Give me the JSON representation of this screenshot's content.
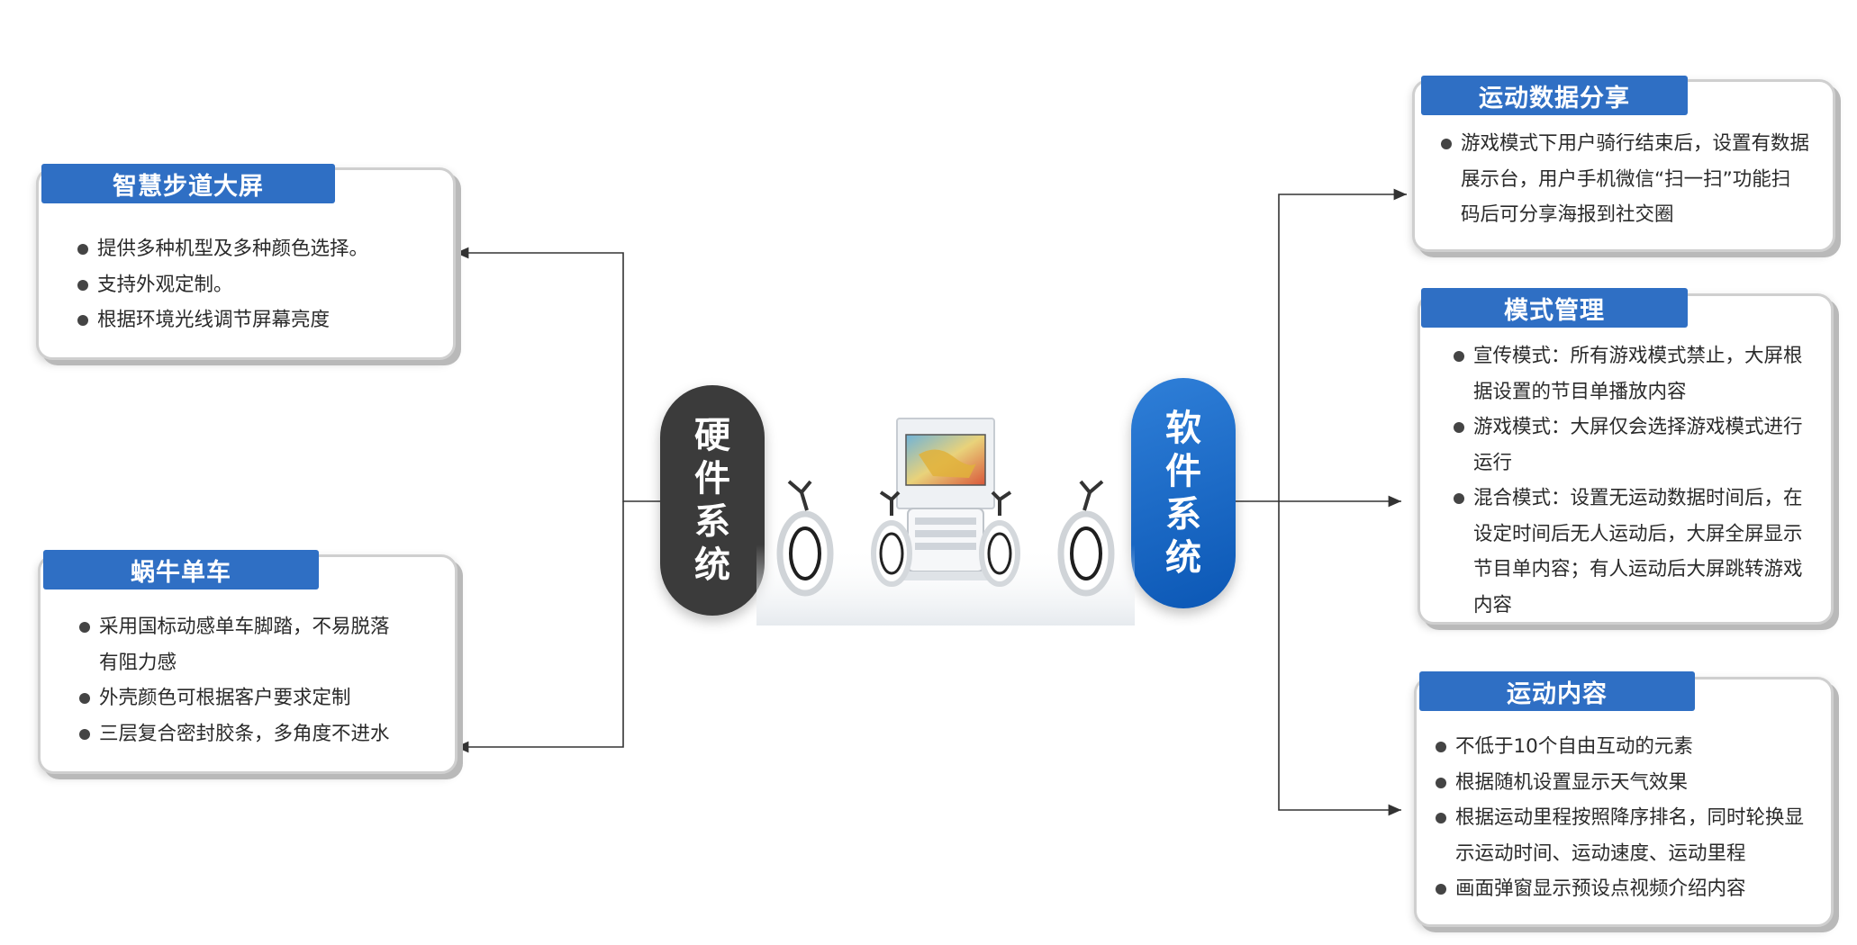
{
  "hardware_label": "硬件系统",
  "software_label": "软件系统",
  "left_boxes": [
    {
      "title": "智慧步道大屏",
      "items": [
        {
          "lines": [
            "提供多种机型及多种颜色选择。"
          ]
        },
        {
          "lines": [
            "支持外观定制。"
          ]
        },
        {
          "lines": [
            "根据环境光线调节屏幕亮度"
          ]
        }
      ]
    },
    {
      "title": "蜗牛单车",
      "items": [
        {
          "lines": [
            "采用国标动感单车脚踏，不易脱落",
            "有阻力感"
          ]
        },
        {
          "lines": [
            "外壳颜色可根据客户要求定制"
          ]
        },
        {
          "lines": [
            "三层复合密封胶条，多角度不进水"
          ]
        }
      ]
    }
  ],
  "right_boxes": [
    {
      "title": "运动数据分享",
      "items": [
        {
          "lines": [
            "游戏模式下用户骑行结束后，设置有数据",
            "展示台，用户手机微信“扫一扫”功能扫",
            "码后可分享海报到社交圈"
          ]
        }
      ]
    },
    {
      "title": "模式管理",
      "items": [
        {
          "lines": [
            "宣传模式：所有游戏模式禁止，大屏根",
            "据设置的节目单播放内容"
          ]
        },
        {
          "lines": [
            "游戏模式：大屏仅会选择游戏模式进行",
            "运行"
          ]
        },
        {
          "lines": [
            "混合模式：设置无运动数据时间后，在",
            "设定时间后无人运动后，大屏全屏显示",
            "节目单内容；有人运动后大屏跳转游戏",
            "内容"
          ]
        }
      ]
    },
    {
      "title": "运动内容",
      "items": [
        {
          "lines": [
            "不低于10个自由互动的元素"
          ]
        },
        {
          "lines": [
            "根据随机设置显示天气效果"
          ]
        },
        {
          "lines": [
            "根据运动里程按照降序排名，同时轮换显",
            "示运动时间、运动速度、运动里程"
          ]
        },
        {
          "lines": [
            "画面弹窗显示预设点视频介绍内容"
          ]
        }
      ]
    }
  ],
  "colors": {
    "tab_blue": "#2f6fc4",
    "hardware_pill": "#3b3b3b",
    "software_pill": "#1066c4",
    "connector": "#333333"
  }
}
